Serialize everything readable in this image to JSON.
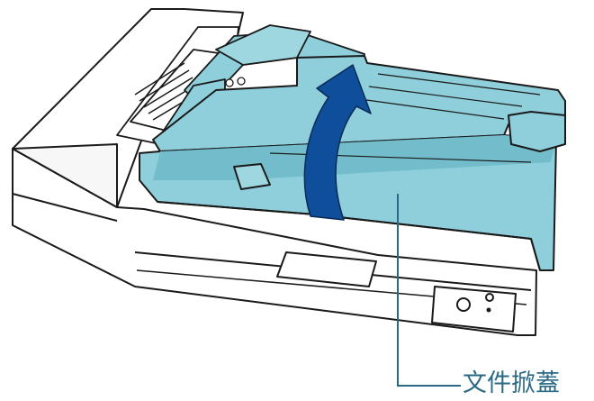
{
  "callout": {
    "label": "文件掀蓋"
  },
  "colors": {
    "cover_fill": "#8ecfdb",
    "cover_shade": "#72bccb",
    "arrow_fill": "#0f4e9b",
    "line": "#1a1a1a",
    "body_fill": "#ffffff",
    "callout_line": "#2b6a86",
    "callout_text": "#2b6a86"
  },
  "figure": {
    "arrow_direction": "up",
    "arrow_meaning": "open-cover"
  }
}
